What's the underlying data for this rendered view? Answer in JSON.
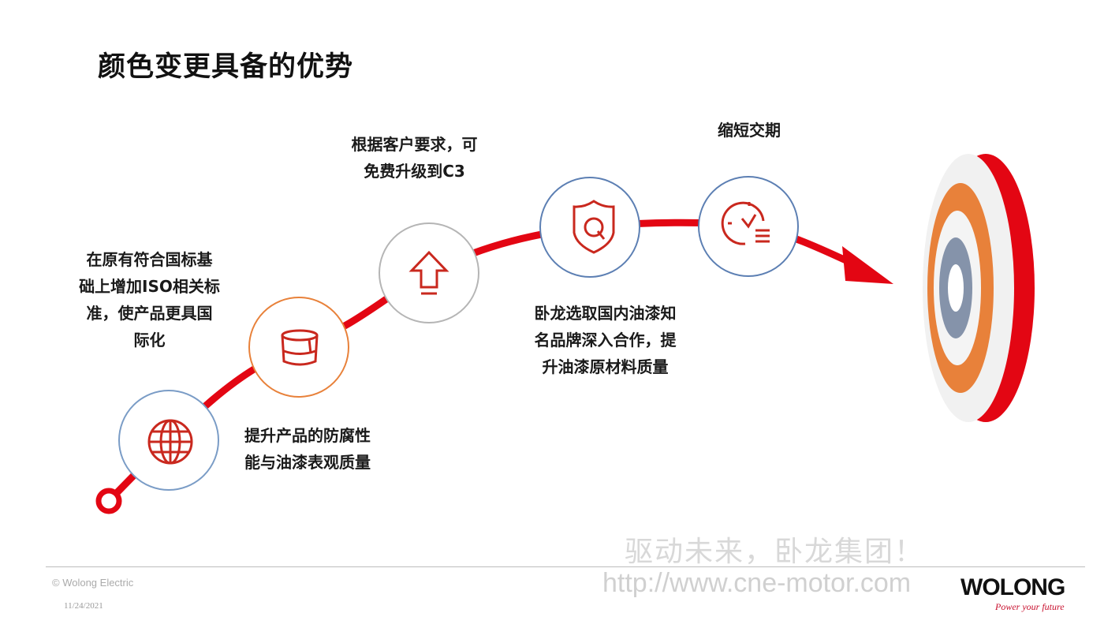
{
  "slide": {
    "title": "颜色变更具备的优势",
    "steps": [
      {
        "icon": "globe-icon",
        "label_lines": [
          "在原有符合国标基",
          "础上增加ISO相关标",
          "准，使产品更具国",
          "际化"
        ]
      },
      {
        "icon": "paint-bucket-icon",
        "label_lines": [
          "提升产品的防腐性",
          "能与油漆表观质量"
        ]
      },
      {
        "icon": "upgrade-arrow-icon",
        "label_lines": [
          "根据客户要求，可",
          "免费升级到C3"
        ]
      },
      {
        "icon": "quality-shield-icon",
        "label_lines": [
          "卧龙选取国内油漆知",
          "名品牌深入合作，提",
          "升油漆原材料质量"
        ]
      },
      {
        "icon": "clock-icon",
        "label_lines": [
          "缩短交期"
        ]
      }
    ]
  },
  "footer": {
    "slogan": "驱动未来，卧龙集团！",
    "url": "http://www.cne-motor.com",
    "copyright": "© Wolong Electric",
    "date": "11/24/2021",
    "logo": "WOLONG",
    "tagline": "Power your future"
  },
  "colors": {
    "accent": "#e30613",
    "orange": "#e8813a",
    "blue_ring": "#6d8fbf",
    "target_blue": "#8593aa"
  }
}
